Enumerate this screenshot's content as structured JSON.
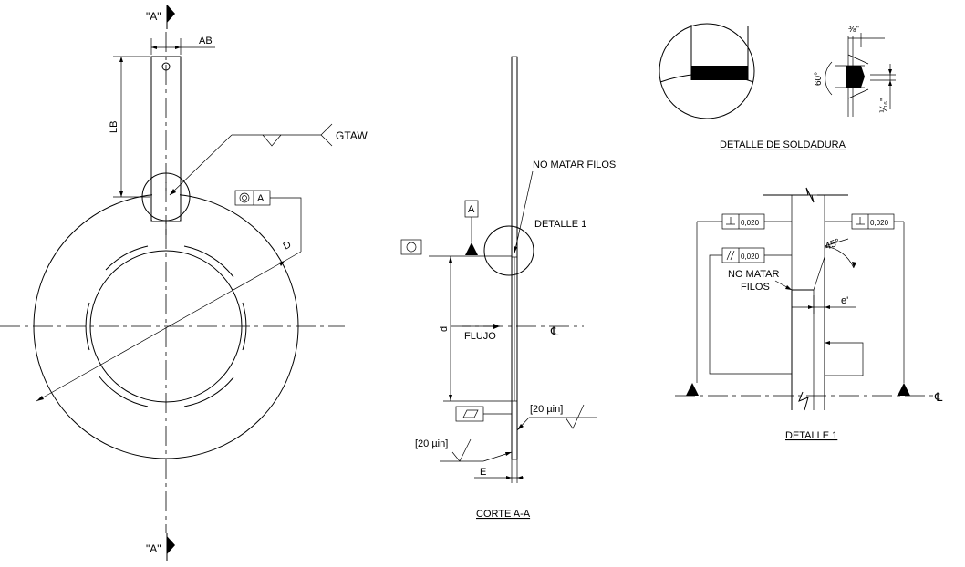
{
  "front_view": {
    "section_mark_label": "\"A\"",
    "dim_handle_width": "AB",
    "dim_handle_length": "LB",
    "dim_diameter": "D",
    "weld_process": "GTAW",
    "concentricity_datum": "A"
  },
  "section_view": {
    "title": "CORTE  A-A",
    "note_edge": "NO MATAR FILOS",
    "detail_ref": "DETALLE 1",
    "datum": "A",
    "dim_bore": "d",
    "flow_label": "FLUJO",
    "centerline_symbol": "℄",
    "roughness_1": "[20 µin]",
    "roughness_2": "[20 µin]",
    "dim_thickness": "E"
  },
  "weld_detail": {
    "title": "DETALLE DE SOLDADURA",
    "dim_bevel": "⅜\"",
    "dim_angle": "60°",
    "dim_root": "⅟₁₆\""
  },
  "detail_1": {
    "title": "DETALLE 1",
    "tol_perp_left": "0,020",
    "tol_perp_right": "0,020",
    "tol_parallel": "0,020",
    "note_edge_line1": "NO MATAR",
    "note_edge_line2": "FILOS",
    "dim_angle": "45°",
    "dim_e": "e'",
    "centerline_symbol": "℄"
  }
}
